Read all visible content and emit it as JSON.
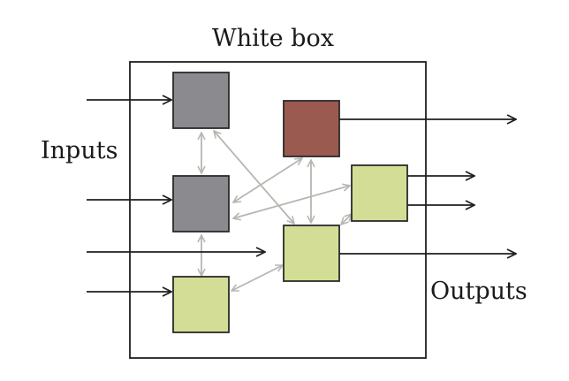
{
  "diagram": {
    "title": "White box",
    "inputs_label": "Inputs",
    "outputs_label": "Outputs",
    "colors": {
      "frame": "#1f1f1f",
      "gray_block": "#8a8a8f",
      "red_block": "#9a5a50",
      "green_block": "#d3dd95",
      "block_border": "#2a2a2a",
      "link": "#b7b7b1",
      "arrow": "#1f1f1f"
    }
  }
}
